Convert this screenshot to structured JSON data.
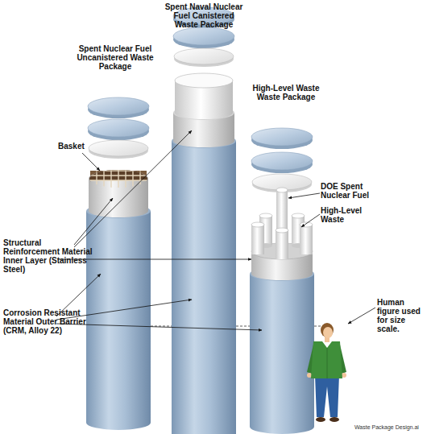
{
  "diagram": {
    "nodes": [
      {
        "text": [
          "Spent Nuclear Fuel Uncanistered Waste Package"
        ]
      },
      {
        "text": [
          "Spent Naval Nuclear Fuel Canistered Waste Package"
        ]
      },
      {
        "text": [
          "High-Level Waste Waste Package"
        ]
      }
    ],
    "labels": [
      "Basket",
      "DOE Spent Nuclear Fuel",
      "High-Level Waste",
      "Structural Reinforcement Material Inner Layer (Stainless Steel)",
      "Corrosion Resistant Material Outer Barrier (CRM, Alloy 22)",
      "Human figure used for size scale.",
      "Waste Package Design.ai"
    ]
  }
}
